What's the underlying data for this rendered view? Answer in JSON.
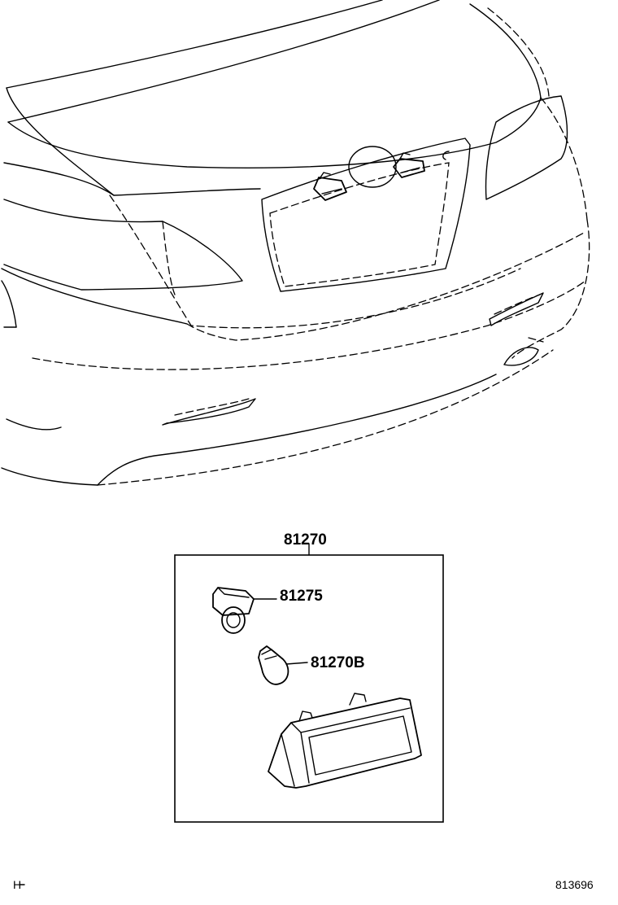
{
  "parts": {
    "assembly": {
      "number": "81270"
    },
    "socket": {
      "number": "81275"
    },
    "bulb": {
      "number": "81270B"
    }
  },
  "footer": {
    "left_code": "H",
    "figure_code": "813696"
  }
}
